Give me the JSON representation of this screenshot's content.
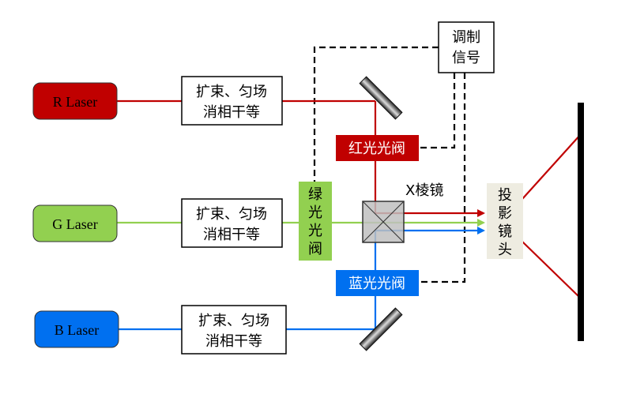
{
  "lasers": {
    "red": "R Laser",
    "green": "G Laser",
    "blue": "B Laser"
  },
  "expander": {
    "line1": "扩束、匀场",
    "line2": "消相干等"
  },
  "modulation": {
    "line1": "调制",
    "line2": "信号"
  },
  "valves": {
    "red": "红光光阀",
    "green_chars": [
      "绿",
      "光",
      "光",
      "阀"
    ],
    "blue": "蓝光光阀"
  },
  "prism_label": "X棱镜",
  "lens_chars": [
    "投",
    "影",
    "镜",
    "头"
  ],
  "colors": {
    "red": "#c00000",
    "green": "#92d050",
    "blue": "#0070f0",
    "lens_bg": "#eeece1"
  }
}
